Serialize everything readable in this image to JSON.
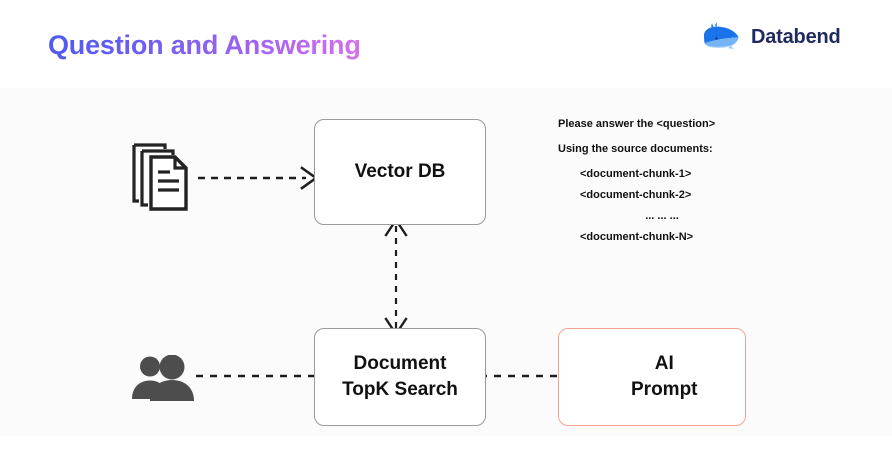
{
  "header": {
    "title": "Question and Answering",
    "brand": {
      "name": "Databend",
      "logo_icon": "whale-icon",
      "text_color": "#1f2a5e",
      "logo_color": "#1a73e8"
    },
    "title_gradient_from": "#4f5af0",
    "title_gradient_to": "#d86ef0"
  },
  "diagram": {
    "nodes": [
      {
        "id": "vector-db",
        "label": "Vector DB",
        "border_color": "#9a9a9a"
      },
      {
        "id": "topk",
        "label": "Document\nTopK Search",
        "line1": "Document",
        "line2": "TopK Search",
        "border_color": "#9a9a9a"
      },
      {
        "id": "ai-prompt",
        "label": "AI\nPrompt",
        "line1": "AI",
        "line2": "Prompt",
        "border_color": "#f6a394"
      }
    ],
    "icons": [
      {
        "id": "documents",
        "name": "stacked-documents-icon",
        "color": "#232323"
      },
      {
        "id": "users",
        "name": "two-people-icon",
        "color": "#4d4d4d"
      }
    ],
    "connectors": [
      {
        "id": "docs-to-vector-db",
        "style": "dashed",
        "arrow": "end",
        "direction": "right"
      },
      {
        "id": "vector-db-topk",
        "style": "dashed",
        "arrow": "both",
        "direction": "vertical"
      },
      {
        "id": "users-to-topk",
        "style": "dashed",
        "arrow": "none",
        "direction": "right"
      },
      {
        "id": "topk-to-ai-prompt",
        "style": "dashed",
        "arrow": "none",
        "direction": "right"
      }
    ]
  },
  "prompt": {
    "line1": "Please answer the <question>",
    "line2": "Using the source documents:",
    "chunks": [
      "<document-chunk-1>",
      "<document-chunk-2>",
      "... ... ...",
      "<document-chunk-N>"
    ]
  }
}
